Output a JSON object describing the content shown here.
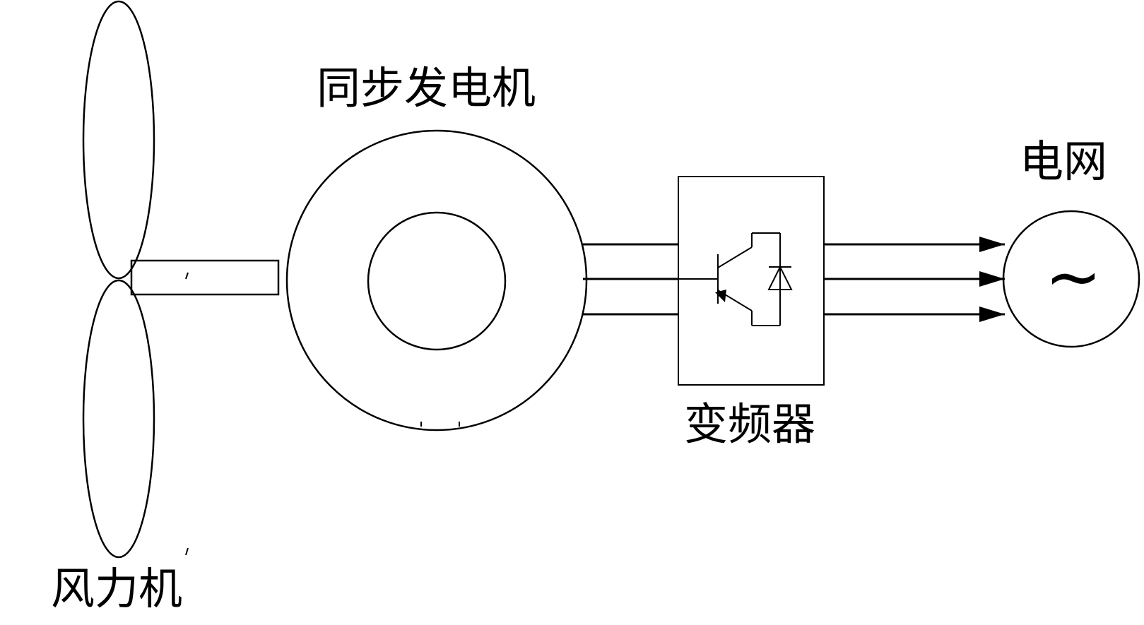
{
  "labels": {
    "generator": "同步发电机",
    "grid": "电网",
    "converter": "变频器",
    "turbine": "风力机",
    "ac_symbol": "~"
  },
  "colors": {
    "line": "#000000",
    "background": "#ffffff"
  },
  "icons": {
    "turbine": "three-blade-wind-turbine-icon",
    "generator": "synchronous-generator-icon",
    "converter": "igbt-diode-switch-icon",
    "grid": "ac-source-icon"
  }
}
